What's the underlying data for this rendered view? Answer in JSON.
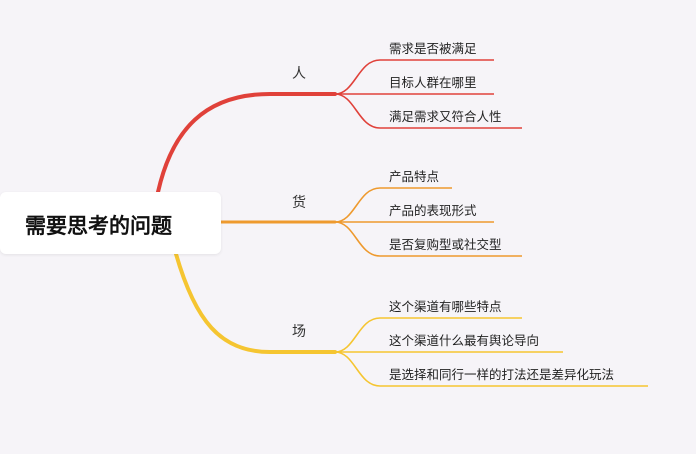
{
  "root": {
    "label": "需要思考的问题"
  },
  "branches": [
    {
      "label": "人",
      "color": "#e0413a",
      "children": [
        "需求是否被满足",
        "目标人群在哪里",
        "满足需求又符合人性"
      ]
    },
    {
      "label": "货",
      "color": "#ee9a2e",
      "children": [
        "产品特点",
        "产品的表现形式",
        "是否复购型或社交型"
      ]
    },
    {
      "label": "场",
      "color": "#f5c531",
      "children": [
        "这个渠道有哪些特点",
        "这个渠道什么最有舆论导向",
        "是选择和同行一样的打法还是差异化玩法"
      ]
    }
  ]
}
